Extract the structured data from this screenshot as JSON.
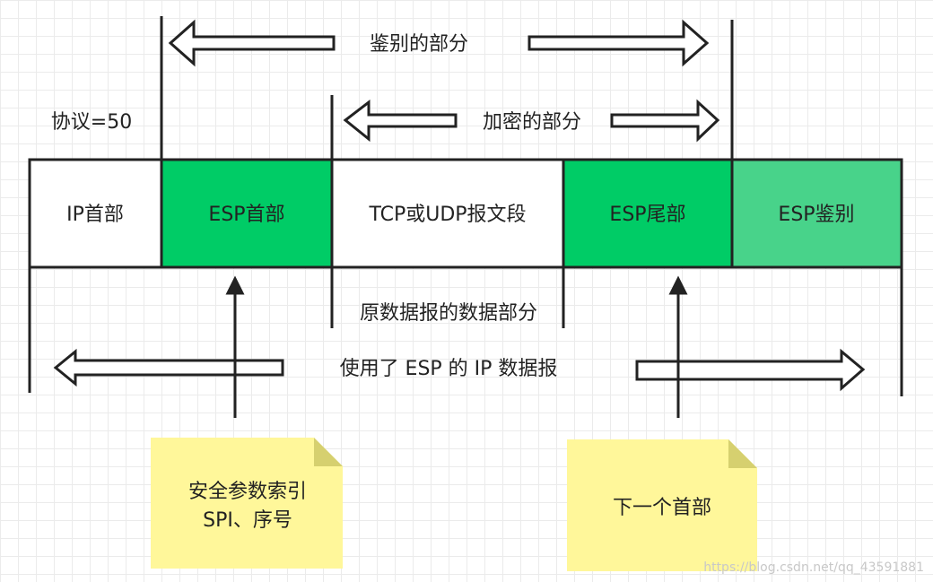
{
  "labels": {
    "auth_part": "鉴别的部分",
    "encrypt_part": "加密的部分",
    "protocol": "协议=50",
    "original_data": "原数据报的数据部分",
    "ip_datagram": "使用了 ESP 的 IP 数据报"
  },
  "segments": [
    {
      "label": "IP首部",
      "fill": "#ffffff",
      "text_color": "#222222"
    },
    {
      "label": "ESP首部",
      "fill": "#00cc66",
      "text_color": "#222222"
    },
    {
      "label": "TCP或UDP报文段",
      "fill": "#ffffff",
      "text_color": "#222222"
    },
    {
      "label": "ESP尾部",
      "fill": "#00cc66",
      "text_color": "#222222"
    },
    {
      "label": "ESP鉴别",
      "fill": "#48d38a",
      "text_color": "#222222"
    }
  ],
  "notes": {
    "spi_line1": "安全参数索引",
    "spi_line2": "SPI、序号",
    "next_header": "下一个首部"
  },
  "watermark": "https://blog.csdn.net/qq_43591881",
  "colors": {
    "line": "#222222",
    "note_fill": "#fff79a",
    "note_fold": "#d6d06f"
  }
}
